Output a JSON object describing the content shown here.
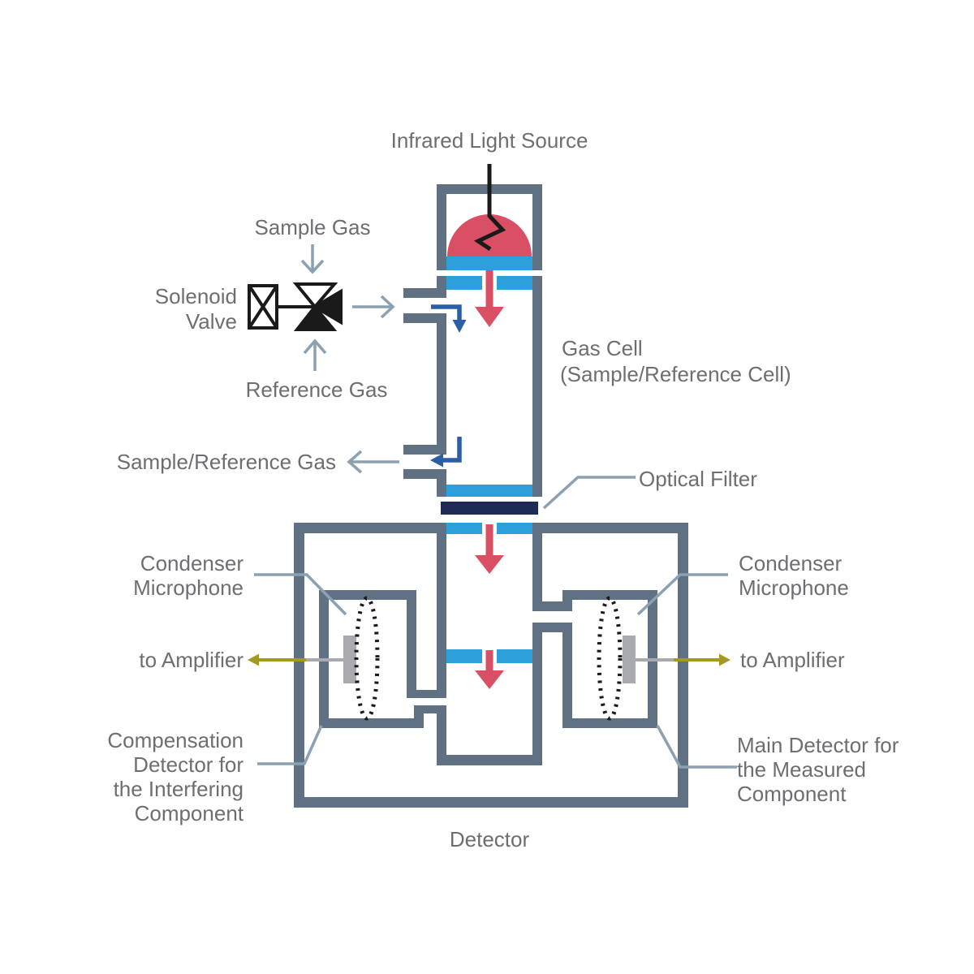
{
  "labels": {
    "ir_source": "Infrared Light Source",
    "sample_gas": "Sample Gas",
    "solenoid_line1": "Solenoid",
    "solenoid_line2": "Valve",
    "reference_gas": "Reference Gas",
    "gas_cell_line1": "Gas Cell",
    "gas_cell_line2": "(Sample/Reference Cell)",
    "sample_reference_gas": "Sample/Reference Gas",
    "optical_filter": "Optical Filter",
    "condenser_line1": "Condenser",
    "condenser_line2": "Microphone",
    "to_amplifier": "to Amplifier",
    "compensation_line1": "Compensation",
    "compensation_line2": "Detector for",
    "compensation_line3": "the Interfering",
    "compensation_line4": "Component",
    "main_detector_line1": "Main Detector for",
    "main_detector_line2": "the Measured",
    "main_detector_line3": "Component",
    "detector": "Detector"
  },
  "colors": {
    "wall": "#5f7183",
    "window_blue": "#2d9fdb",
    "filter_navy": "#1f2a56",
    "ir_red": "#d94f63",
    "flow_blue": "#2a5fa8",
    "amplifier_olive": "#a49a21",
    "annotation": "#8ba1b2",
    "text": "#6d6e71",
    "ink": "#1a1a1a",
    "electrode_gray": "#a8aaad"
  }
}
